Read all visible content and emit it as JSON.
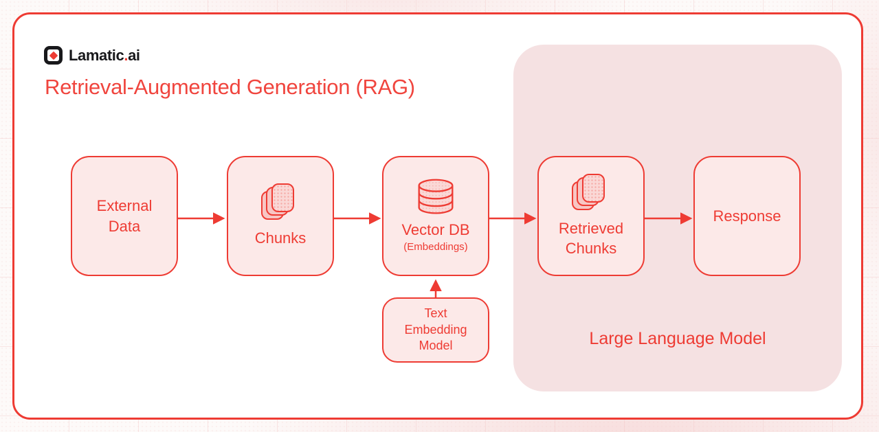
{
  "theme": {
    "accent_red": "#EE3B33",
    "title_red": "#F0453E",
    "node_fill": "#FCE9E8",
    "llm_fill": "#F5E1E2",
    "logo_black": "#18181B"
  },
  "header": {
    "logo": {
      "brand": "Lamatic",
      "dot": ".",
      "suffix": "ai"
    },
    "title": "Retrieval-Augmented Generation (RAG)"
  },
  "diagram": {
    "nodes": {
      "external_data": {
        "label": "External Data"
      },
      "chunks": {
        "label": "Chunks"
      },
      "vector_db": {
        "label": "Vector DB",
        "sublabel": "(Embeddings)"
      },
      "text_embedding_model": {
        "label": "Text Embedding Model"
      },
      "retrieved_chunks": {
        "label": "Retrieved Chunks"
      },
      "response": {
        "label": "Response"
      }
    },
    "llm_container": {
      "label": "Large Language Model"
    },
    "edges": [
      {
        "from": "External Data",
        "to": "Chunks"
      },
      {
        "from": "Chunks",
        "to": "Vector DB"
      },
      {
        "from": "Text Embedding Model",
        "to": "Vector DB"
      },
      {
        "from": "Vector DB",
        "to": "Retrieved Chunks"
      },
      {
        "from": "Retrieved Chunks",
        "to": "Response"
      }
    ]
  }
}
